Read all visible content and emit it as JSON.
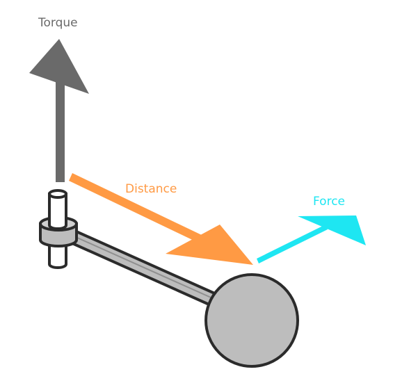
{
  "labels": {
    "torque": "Torque",
    "distance": "Distance",
    "force": "Force"
  },
  "colors": {
    "torque": "#6a6a6a",
    "distance": "#ff9a44",
    "force": "#1ee6f2",
    "lever_fill": "#bdbdbd",
    "outline": "#2b2b2b",
    "background": "#ffffff"
  }
}
